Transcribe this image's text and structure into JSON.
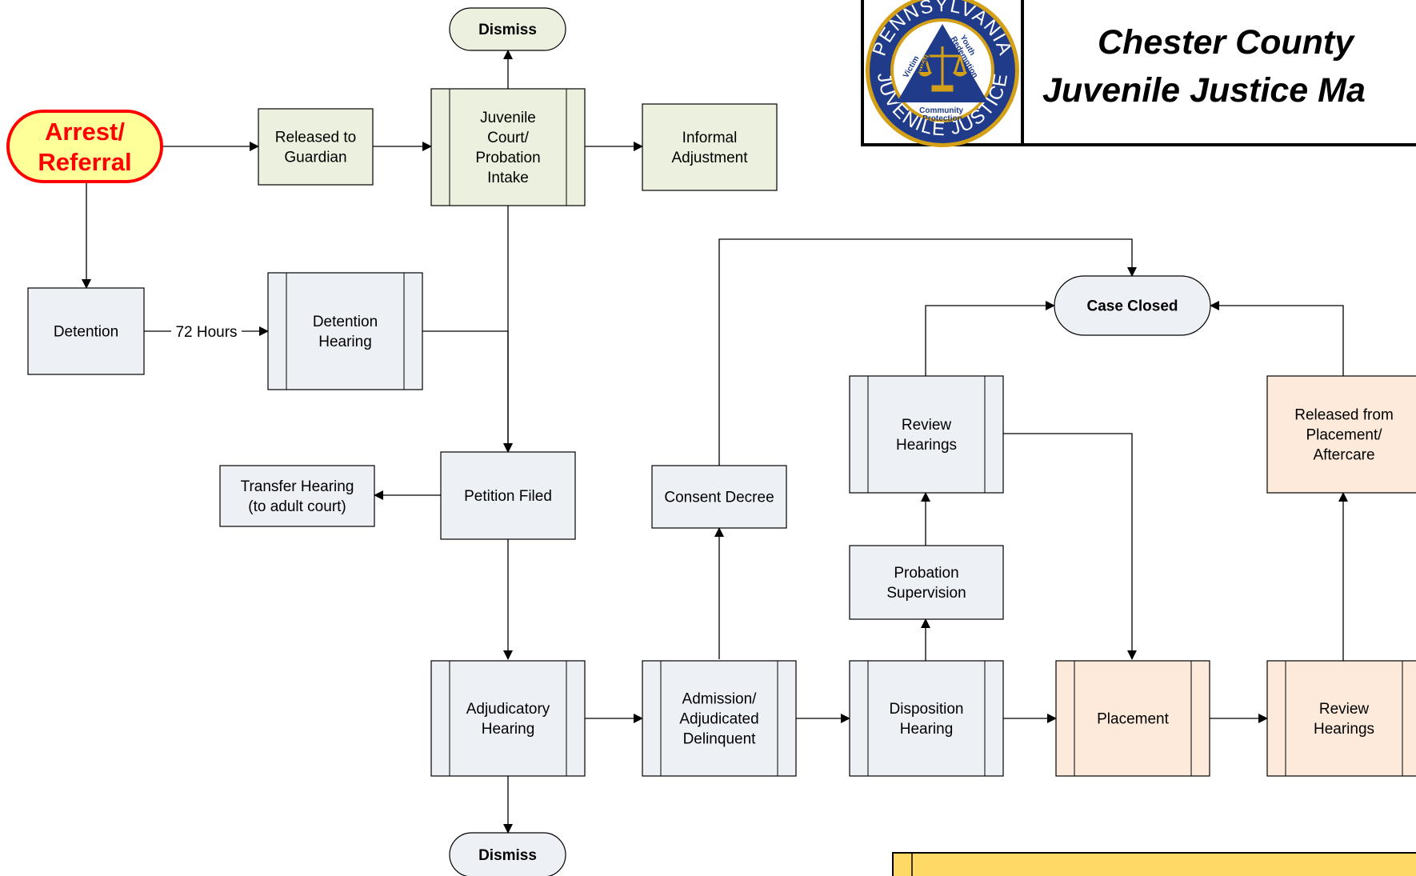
{
  "header": {
    "title_line1": "Chester County",
    "title_line2": "Juvenile Justice Ma",
    "seal": {
      "arc_top": "PENNSYLVANIA",
      "arc_bottom": "JUVENILE JUSTICE",
      "left": [
        "Victim",
        "Restoration"
      ],
      "right": [
        "Youth",
        "Redemption"
      ],
      "bottom": [
        "Community",
        "Protection"
      ]
    }
  },
  "nodes": {
    "dismiss_top": [
      "Dismiss"
    ],
    "arrest": [
      "Arrest/",
      "Referral"
    ],
    "released_guardian": [
      "Released to",
      "Guardian"
    ],
    "intake": [
      "Juvenile",
      "Court/",
      "Probation",
      "Intake"
    ],
    "informal": [
      "Informal",
      "Adjustment"
    ],
    "detention": [
      "Detention"
    ],
    "detention_hearing": [
      "Detention",
      "Hearing"
    ],
    "transfer": [
      "Transfer Hearing",
      "(to adult court)"
    ],
    "petition": [
      "Petition Filed"
    ],
    "consent": [
      "Consent Decree"
    ],
    "case_closed": [
      "Case Closed"
    ],
    "review_top": [
      "Review",
      "Hearings"
    ],
    "probation": [
      "Probation",
      "Supervision"
    ],
    "released_placement": [
      "Released from",
      "Placement/",
      "Aftercare"
    ],
    "adjudicatory": [
      "Adjudicatory",
      "Hearing"
    ],
    "admission": [
      "Admission/",
      "Adjudicated",
      "Delinquent"
    ],
    "disposition": [
      "Disposition",
      "Hearing"
    ],
    "placement": [
      "Placement"
    ],
    "review_bottom": [
      "Review",
      "Hearings"
    ],
    "dismiss_bottom": [
      "Dismiss"
    ]
  },
  "edge_labels": {
    "detention_to_hearing": "72 Hours"
  },
  "colors": {
    "green_fill": "#ebf1de",
    "gray_fill": "#edf0f5",
    "peach_fill": "#fdeada",
    "arrest_fill": "#ffff99",
    "arrest_stroke": "#ff0000",
    "arrest_text": "#ff0000",
    "note_fill": "#ffd966",
    "seal_blue": "#1f3b8a",
    "seal_gold": "#d4a017"
  }
}
